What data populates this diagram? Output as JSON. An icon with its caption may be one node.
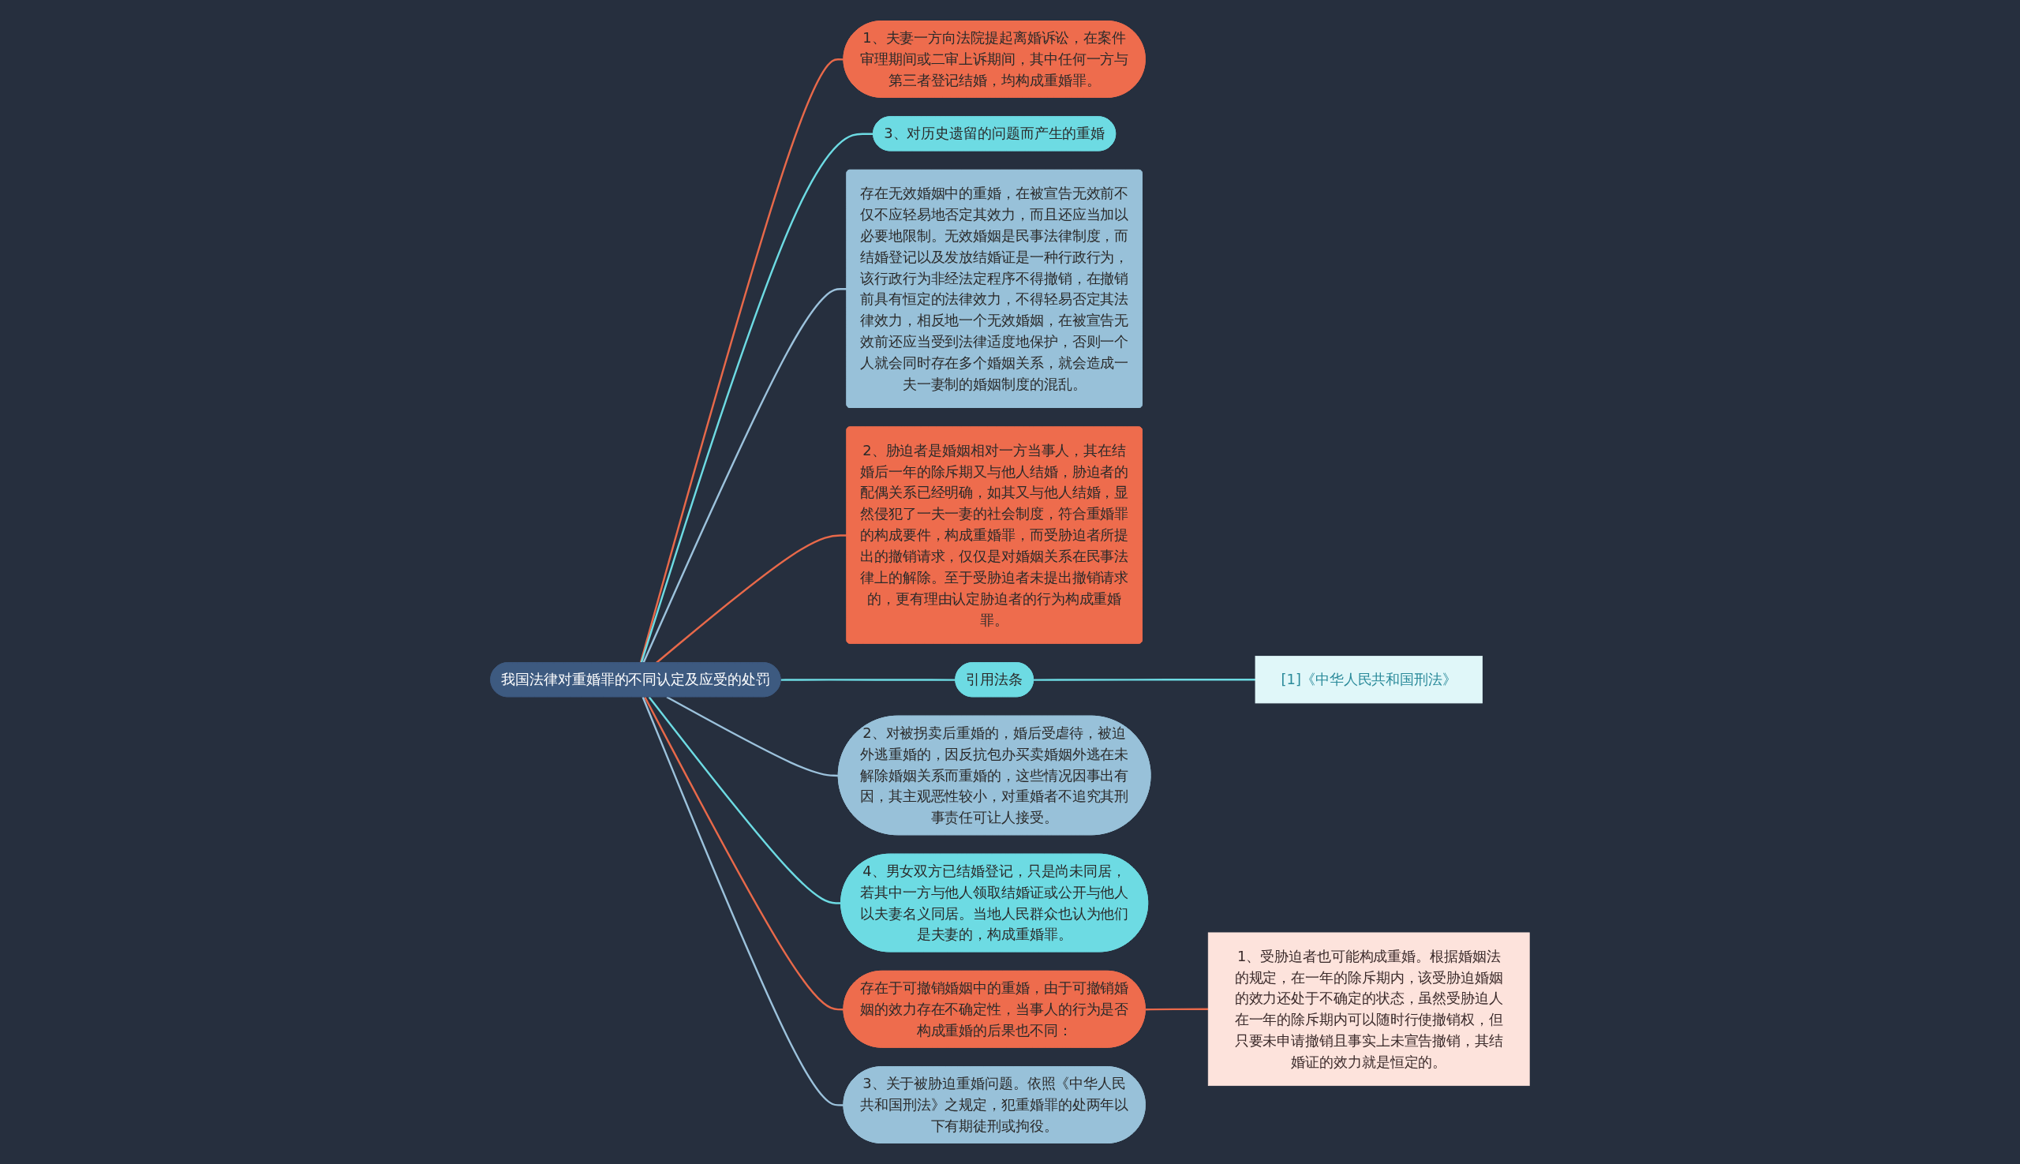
{
  "diagram": {
    "nodes": [
      {
        "text": [
          "我国法律对重婚罪的不同认定及应受的处罚"
        ]
      },
      {
        "text": [
          "1、夫妻一方向法院提起离婚诉讼，在案件审理期间或二审上诉期间，其中任何一方与第三者登记结婚，均构成重婚罪。"
        ]
      },
      {
        "text": [
          "3、对历史遗留的问题而产生的重婚"
        ]
      },
      {
        "text": [
          "存在无效婚姻中的重婚，在被宣告无效前不仅不应轻易地否定其效力，而且还应当加以必要地限制。无效婚姻是民事法律制度，而结婚登记以及发放结婚证是一种行政行为，该行政行为非经法定程序不得撤销，在撤销前具有恒定的法律效力，不得轻易否定其法律效力，相反地一个无效婚姻，在被宣告无效前还应当受到法律适度地保护，否则一个人就会同时存在多个婚姻关系，就会造成一夫一妻制的婚姻制度的混乱。"
        ]
      },
      {
        "text": [
          "2、胁迫者是婚姻相对一方当事人，其在结婚后一年的除斥期又与他人结婚，胁迫者的配偶关系已经明确，如其又与他人结婚，显然侵犯了一夫一妻的社会制度，符合重婚罪的构成要件，构成重婚罪，而受胁迫者所提出的撤销请求，仅仅是对婚姻关系在民事法律上的解除。至于受胁迫者未提出撤销请求的，更有理由认定胁迫者的行为构成重婚罪。"
        ]
      },
      {
        "text": [
          "引用法条"
        ]
      },
      {
        "text": [
          "[1]《中华人民共和国刑法》"
        ]
      },
      {
        "text": [
          "2、对被拐卖后重婚的，婚后受虐待，被迫外逃重婚的，因反抗包办买卖婚姻外逃在未解除婚姻关系而重婚的，这些情况因事出有因，其主观恶性较小，对重婚者不追究其刑事责任可让人接受。"
        ]
      },
      {
        "text": [
          "4、男女双方已结婚登记，只是尚未同居，若其中一方与他人领取结婚证或公开与他人以夫妻名义同居。当地人民群众也认为他们是夫妻的，构成重婚罪。"
        ]
      },
      {
        "text": [
          "存在于可撤销婚姻中的重婚，由于可撤销婚姻的效力存在不确定性，当事人的行为是否构成重婚的后果也不同："
        ]
      },
      {
        "text": [
          "1、受胁迫者也可能构成重婚。根据婚姻法的规定，在一年的除斥期内，该受胁迫婚姻的效力还处于不确定的状态，虽然受胁迫人在一年的除斥期内可以随时行使撤销权，但只要未申请撤销且事实上未宣告撤销，其结婚证的效力就是恒定的。"
        ]
      },
      {
        "text": [
          "3、关于被胁迫重婚问题。依照《中华人民共和国刑法》之规定，犯重婚罪的处两年以下有期徒刑或拘役。"
        ]
      }
    ],
    "edges": [
      {
        "from": 0,
        "to": 1,
        "arrow": "none",
        "color": "#e8694a"
      },
      {
        "from": 0,
        "to": 2,
        "arrow": "none",
        "color": "#6ddbe3"
      },
      {
        "from": 0,
        "to": 3,
        "arrow": "none",
        "color": "#9cc2dc"
      },
      {
        "from": 0,
        "to": 4,
        "arrow": "none",
        "color": "#e8694a"
      },
      {
        "from": 0,
        "to": 5,
        "arrow": "none",
        "color": "#6ddbe3"
      },
      {
        "from": 5,
        "to": 6,
        "arrow": "none",
        "color": "#6ddbe3"
      },
      {
        "from": 0,
        "to": 7,
        "arrow": "none",
        "color": "#9cc2dc"
      },
      {
        "from": 0,
        "to": 8,
        "arrow": "none",
        "color": "#6ddbe3"
      },
      {
        "from": 0,
        "to": 9,
        "arrow": "none",
        "color": "#e8694a"
      },
      {
        "from": 9,
        "to": 10,
        "arrow": "none",
        "color": "#e8694a"
      },
      {
        "from": 0,
        "to": 11,
        "arrow": "none",
        "color": "#9cc2dc"
      }
    ]
  }
}
